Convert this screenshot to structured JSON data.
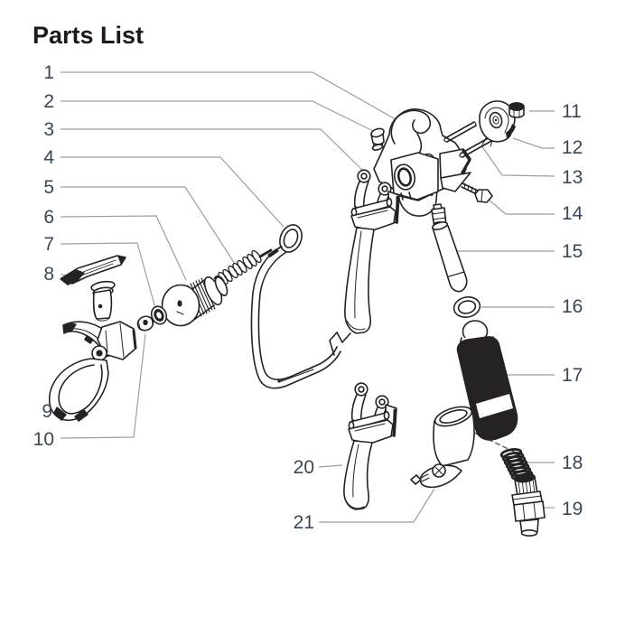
{
  "title": "Parts List",
  "colors": {
    "background": "#ffffff",
    "title_text": "#1f1a17",
    "callout_text": "#3a4759",
    "leader_line": "#9c9ea1",
    "line_art": "#262223"
  },
  "callouts": [
    {
      "number": "1"
    },
    {
      "number": "2"
    },
    {
      "number": "3"
    },
    {
      "number": "4"
    },
    {
      "number": "5"
    },
    {
      "number": "6"
    },
    {
      "number": "7"
    },
    {
      "number": "8"
    },
    {
      "number": "9"
    },
    {
      "number": "10"
    },
    {
      "number": "11"
    },
    {
      "number": "12"
    },
    {
      "number": "13"
    },
    {
      "number": "14"
    },
    {
      "number": "15"
    },
    {
      "number": "16"
    },
    {
      "number": "17"
    },
    {
      "number": "18"
    },
    {
      "number": "19"
    },
    {
      "number": "20"
    },
    {
      "number": "21"
    }
  ]
}
